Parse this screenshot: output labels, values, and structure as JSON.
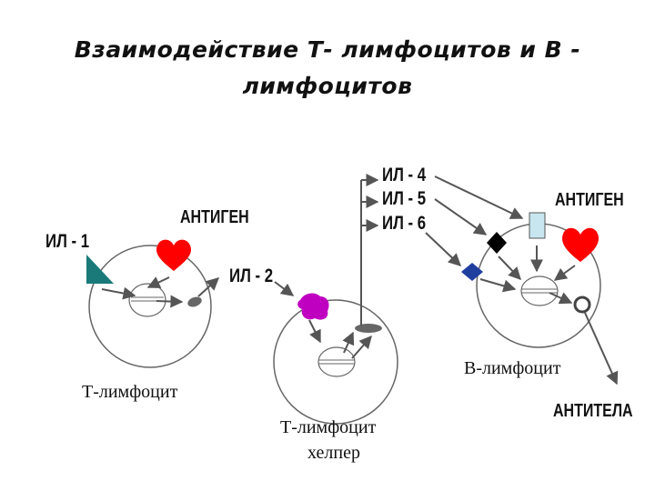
{
  "title": {
    "line1": "Взаимодействие  Т- лимфоцитов  и   В -",
    "line2": "лимфоцитов"
  },
  "labels": {
    "il1": "ИЛ - 1",
    "il2": "ИЛ - 2",
    "il4": "ИЛ - 4",
    "il5": "ИЛ - 5",
    "il6": "ИЛ - 6",
    "antigen_left": "АНТИГЕН",
    "antigen_right": "АНТИГЕН",
    "antibodies": "АНТИТЕЛА",
    "t_cell": "Т-лимфоцит",
    "t_helper_line1": "Т-лимфоцит",
    "t_helper_line2": "хелпер",
    "b_cell": "В-лимфоцит"
  },
  "colors": {
    "triangle": "#1a7a7a",
    "heart": "#ff0000",
    "magenta_blob": "#c000c0",
    "diamond_black": "#000000",
    "diamond_blue": "#1f3f9f",
    "rect_lightblue": "#c8e6f0",
    "arrow": "#555555"
  }
}
